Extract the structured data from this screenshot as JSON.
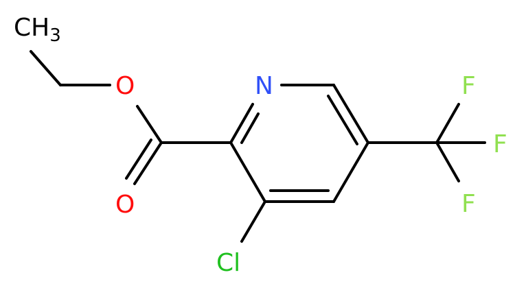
{
  "molecule": {
    "atoms": {
      "ch3": {
        "label": "CH",
        "subscript": "3",
        "color": "#000000"
      },
      "o_ester": {
        "label": "O",
        "color": "#ff0d0d"
      },
      "o_carbonyl": {
        "label": "O",
        "color": "#ff0d0d"
      },
      "n_ring": {
        "label": "N",
        "color": "#3050f8"
      },
      "cl": {
        "label": "Cl",
        "color": "#1fc01f"
      },
      "f1": {
        "label": "F",
        "color": "#90e050"
      },
      "f2": {
        "label": "F",
        "color": "#90e050"
      },
      "f3": {
        "label": "F",
        "color": "#90e050"
      }
    },
    "bond_color": "#000000"
  }
}
